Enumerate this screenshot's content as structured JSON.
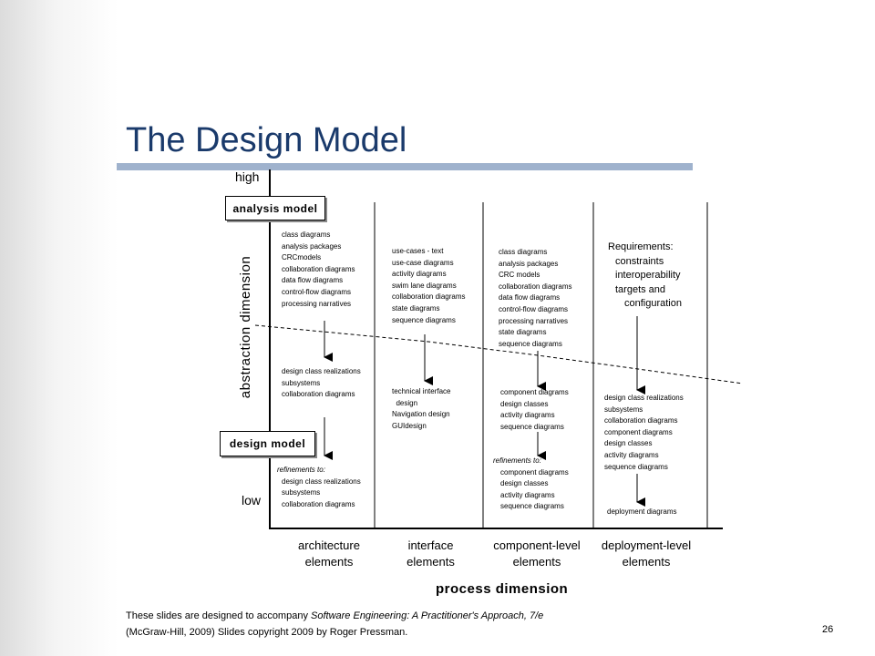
{
  "slide": {
    "title": "The Design Model",
    "page_number": "26",
    "footer": {
      "line1_prefix": "These slides are designed to accompany ",
      "line1_book": "Software Engineering: A Practitioner's Approach, 7/e",
      "line2": "(McGraw-Hill, 2009) Slides copyright 2009 by Roger Pressman."
    }
  },
  "diagram": {
    "y_axis": {
      "label": "abstraction dimension",
      "high": "high",
      "low": "low"
    },
    "x_axis": {
      "label": "process dimension"
    },
    "analysis_model": "analysis model",
    "design_model": "design model",
    "columns": [
      {
        "label_line1": "architecture",
        "label_line2": "elements",
        "analysis": [
          "class diagrams",
          "analysis packages",
          "CRCmodels",
          "collaboration diagrams",
          "data flow diagrams",
          "control-flow diagrams",
          "processing narratives"
        ],
        "design": [
          "design class realizations",
          "subsystems",
          "collaboration diagrams"
        ],
        "refinements_label": "refinements to:",
        "refinements": [
          "design class realizations",
          "subsystems",
          "collaboration diagrams"
        ]
      },
      {
        "label_line1": "interface",
        "label_line2": "elements",
        "analysis": [
          "use-cases - text",
          "use-case diagrams",
          "activity diagrams",
          "swim lane diagrams",
          "collaboration diagrams",
          "state diagrams",
          "sequence diagrams"
        ],
        "design": [
          "technical interface",
          "  design",
          "Navigation design",
          "GUIdesign"
        ]
      },
      {
        "label_line1": "component-level",
        "label_line2": "elements",
        "analysis": [
          "class diagrams",
          "analysis packages",
          "CRC models",
          "collaboration diagrams",
          "data flow diagrams",
          "control-flow diagrams",
          "processing narratives",
          "state diagrams",
          "sequence diagrams"
        ],
        "design": [
          "component diagrams",
          "design classes",
          "activity diagrams",
          "sequence diagrams"
        ],
        "refinements_label": "refinements to:",
        "refinements": [
          "component diagrams",
          "design classes",
          "activity diagrams",
          "sequence diagrams"
        ]
      },
      {
        "label_line1": "deployment-level",
        "label_line2": "elements",
        "requirements": [
          "Requirements:",
          "constraints",
          "interoperability",
          "targets and",
          "configuration"
        ],
        "design": [
          "design class realizations",
          "subsystems",
          "collaboration diagrams",
          "component diagrams",
          "design classes",
          "activity diagrams",
          "sequence diagrams"
        ],
        "final": [
          "deployment diagrams"
        ]
      }
    ]
  }
}
